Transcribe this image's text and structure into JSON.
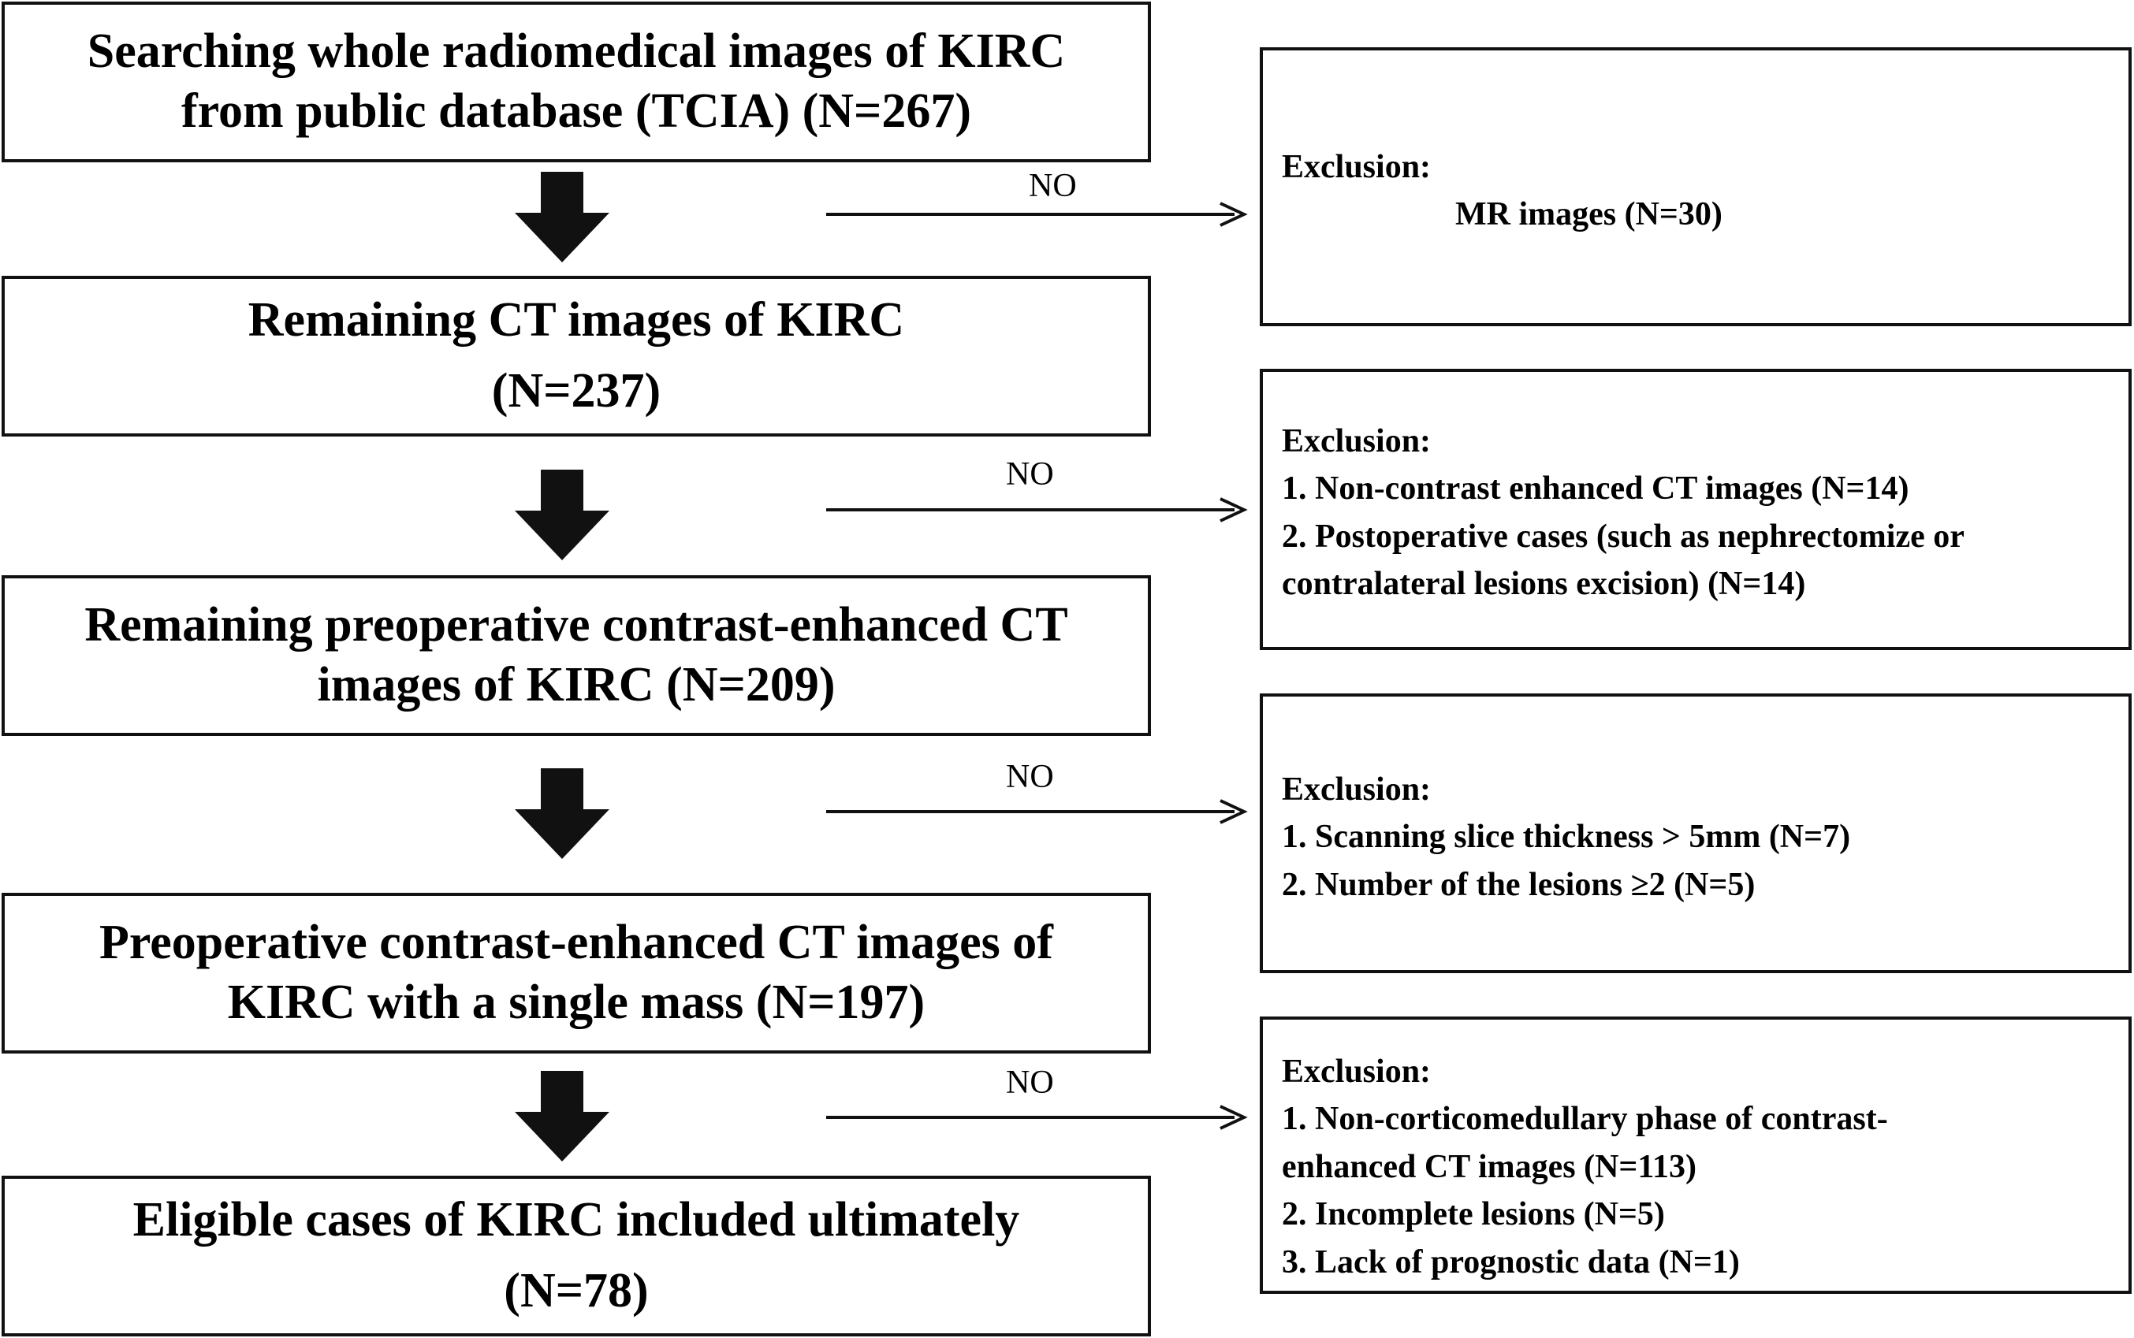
{
  "steps": [
    {
      "lines": [
        "Searching whole radiomedical images of KIRC",
        "from public database (TCIA) (N=267)"
      ]
    },
    {
      "lines": [
        "Remaining CT images of KIRC",
        "(N=237)"
      ]
    },
    {
      "lines": [
        "Remaining preoperative contrast-enhanced CT",
        "images of KIRC (N=209)"
      ]
    },
    {
      "lines": [
        "Preoperative contrast-enhanced CT images of",
        "KIRC with a single mass (N=197)"
      ]
    },
    {
      "lines": [
        "Eligible cases of KIRC included ultimately",
        "(N=78)"
      ]
    }
  ],
  "decisions": [
    "NO",
    "NO",
    "NO",
    "NO"
  ],
  "exclusions": [
    {
      "title": "Exclusion:",
      "items": [
        "MR images (N=30)"
      ]
    },
    {
      "title": "Exclusion:",
      "items": [
        "1. Non-contrast enhanced CT images (N=14)",
        "2. Postoperative cases (such as nephrectomize or",
        "contralateral lesions excision) (N=14)"
      ]
    },
    {
      "title": "Exclusion:",
      "items": [
        "1. Scanning slice thickness > 5mm (N=7)",
        "2. Number of the lesions ≥2 (N=5)"
      ]
    },
    {
      "title": "Exclusion:",
      "items": [
        "1. Non-corticomedullary phase of contrast-",
        "enhanced CT images (N=113)",
        "2. Incomplete lesions (N=5)",
        "3. Lack of prognostic data (N=1)"
      ]
    }
  ],
  "colors": {
    "line": "#111111",
    "background": "#ffffff"
  }
}
